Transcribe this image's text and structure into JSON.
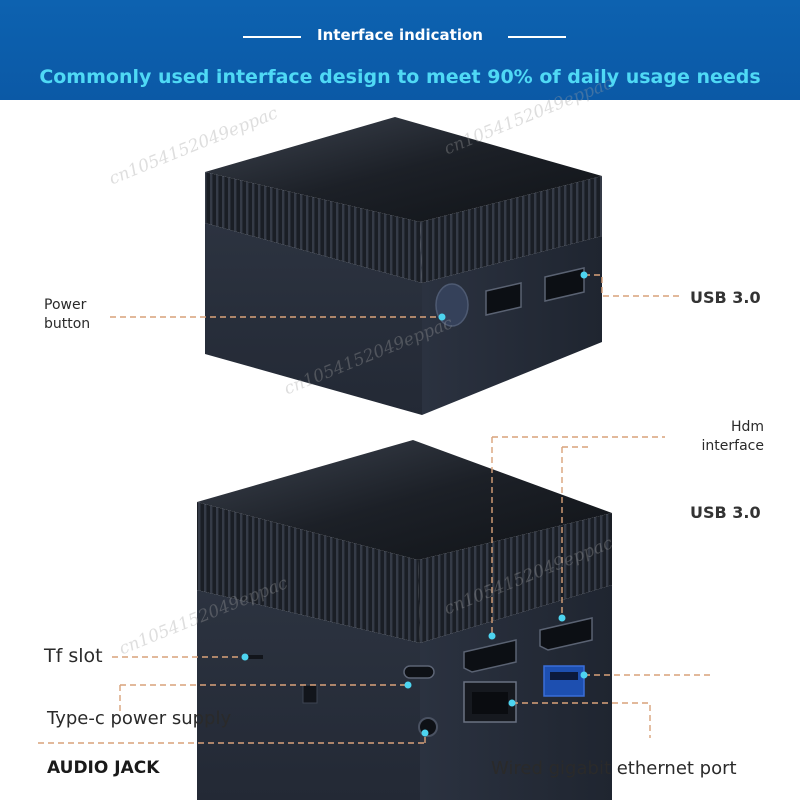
{
  "header": {
    "title": "Interface indication",
    "subtitle": "Commonly used interface design to meet 90% of daily usage needs"
  },
  "labels": {
    "power_button": [
      "Power",
      "button"
    ],
    "usb_top": "USB 3.0",
    "hdmi": [
      "Hdm",
      "interface"
    ],
    "usb_bottom": "USB 3.0",
    "tf_slot": "Tf slot",
    "type_c": "Type-c power supply",
    "audio_jack": "AUDIO JACK",
    "ethernet": "Wired gigabit ethernet port"
  },
  "watermark": "cn1054152049eppac",
  "colors": {
    "banner": "#0b5ca8",
    "subtitle": "#4fd9f5",
    "leader": "#d9a27a",
    "device": "#2f3644"
  }
}
